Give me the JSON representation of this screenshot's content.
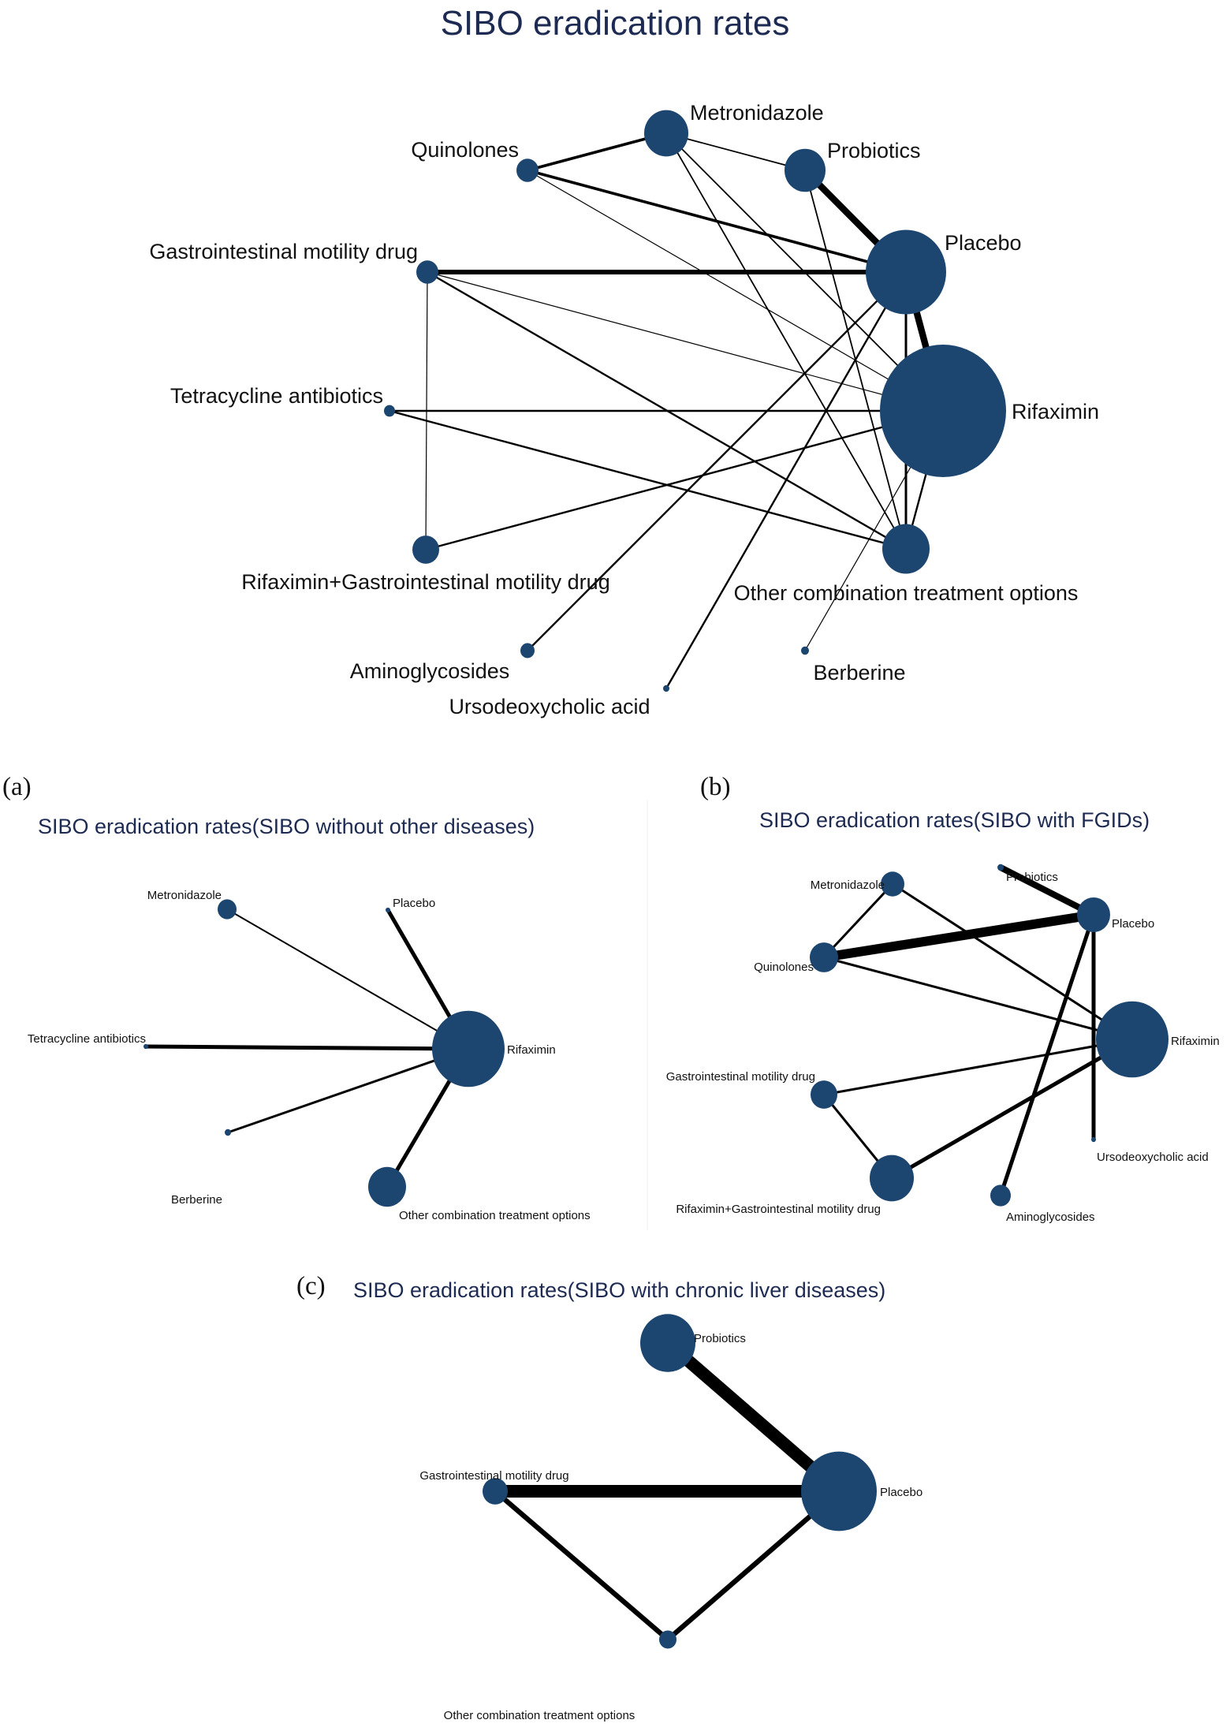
{
  "figures": [
    {
      "id": "main",
      "panel_label": "",
      "title": "SIBO eradication rates",
      "nodes": [
        {
          "name": "Metronidazole",
          "size": 3
        },
        {
          "name": "Quinolones",
          "size": 1
        },
        {
          "name": "Probiotics",
          "size": 2.5
        },
        {
          "name": "Placebo",
          "size": 10
        },
        {
          "name": "Gastrointestinal motility drug",
          "size": 1
        },
        {
          "name": "Tetracycline antibiotics",
          "size": 0.3
        },
        {
          "name": "Rifaximin",
          "size": 24
        },
        {
          "name": "Rifaximin+Gastrointestinal motility drug",
          "size": 1.2
        },
        {
          "name": "Other combination treatment options",
          "size": 3.5
        },
        {
          "name": "Aminoglycosides",
          "size": 0.5
        },
        {
          "name": "Ursodeoxycholic acid",
          "size": 0.1
        },
        {
          "name": "Berberine",
          "size": 0.2
        }
      ],
      "edges": [
        {
          "from": "Quinolones",
          "to": "Metronidazole",
          "weight": 3
        },
        {
          "from": "Quinolones",
          "to": "Placebo",
          "weight": 3
        },
        {
          "from": "Quinolones",
          "to": "Rifaximin",
          "weight": 1
        },
        {
          "from": "Metronidazole",
          "to": "Probiotics",
          "weight": 1.5
        },
        {
          "from": "Metronidazole",
          "to": "Rifaximin",
          "weight": 1.5
        },
        {
          "from": "Metronidazole",
          "to": "Other combination treatment options",
          "weight": 1.5
        },
        {
          "from": "Probiotics",
          "to": "Placebo",
          "weight": 7
        },
        {
          "from": "Probiotics",
          "to": "Other combination treatment options",
          "weight": 1.5
        },
        {
          "from": "Gastrointestinal motility drug",
          "to": "Placebo",
          "weight": 5
        },
        {
          "from": "Gastrointestinal motility drug",
          "to": "Rifaximin",
          "weight": 1
        },
        {
          "from": "Gastrointestinal motility drug",
          "to": "Other combination treatment options",
          "weight": 2
        },
        {
          "from": "Gastrointestinal motility drug",
          "to": "Rifaximin+Gastrointestinal motility drug",
          "weight": 1
        },
        {
          "from": "Placebo",
          "to": "Rifaximin",
          "weight": 7
        },
        {
          "from": "Placebo",
          "to": "Other combination treatment options",
          "weight": 2.5
        },
        {
          "from": "Placebo",
          "to": "Aminoglycosides",
          "weight": 2
        },
        {
          "from": "Placebo",
          "to": "Ursodeoxycholic acid",
          "weight": 2
        },
        {
          "from": "Tetracycline antibiotics",
          "to": "Rifaximin",
          "weight": 2
        },
        {
          "from": "Tetracycline antibiotics",
          "to": "Other combination treatment options",
          "weight": 2
        },
        {
          "from": "Rifaximin+Gastrointestinal motility drug",
          "to": "Rifaximin",
          "weight": 2
        },
        {
          "from": "Rifaximin",
          "to": "Other combination treatment options",
          "weight": 2
        },
        {
          "from": "Rifaximin",
          "to": "Berberine",
          "weight": 1
        }
      ]
    },
    {
      "id": "a",
      "panel_label": "(a)",
      "title": "SIBO eradication rates(SIBO without other diseases)",
      "nodes": [
        {
          "name": "Metronidazole",
          "size": 1
        },
        {
          "name": "Placebo",
          "size": 0.1
        },
        {
          "name": "Tetracycline antibiotics",
          "size": 0.1
        },
        {
          "name": "Rifaximin",
          "size": 10
        },
        {
          "name": "Berberine",
          "size": 0.2
        },
        {
          "name": "Other combination treatment options",
          "size": 2.5
        }
      ],
      "edges": [
        {
          "from": "Metronidazole",
          "to": "Rifaximin",
          "weight": 1
        },
        {
          "from": "Placebo",
          "to": "Rifaximin",
          "weight": 2.5
        },
        {
          "from": "Tetracycline antibiotics",
          "to": "Rifaximin",
          "weight": 2.5
        },
        {
          "from": "Berberine",
          "to": "Rifaximin",
          "weight": 1.5
        },
        {
          "from": "Other combination treatment options",
          "to": "Rifaximin",
          "weight": 2.5
        }
      ]
    },
    {
      "id": "b",
      "panel_label": "(b)",
      "title": "SIBO eradication rates(SIBO with FGIDs)",
      "nodes": [
        {
          "name": "Probiotics",
          "size": 0.2
        },
        {
          "name": "Metronidazole",
          "size": 1
        },
        {
          "name": "Placebo",
          "size": 2
        },
        {
          "name": "Quinolones",
          "size": 1.5
        },
        {
          "name": "Rifaximin",
          "size": 8
        },
        {
          "name": "Gastrointestinal motility drug",
          "size": 1.3
        },
        {
          "name": "Ursodeoxycholic acid",
          "size": 0.1
        },
        {
          "name": "Rifaximin+Gastrointestinal motility drug",
          "size": 3
        },
        {
          "name": "Aminoglycosides",
          "size": 0.7
        }
      ],
      "edges": [
        {
          "from": "Probiotics",
          "to": "Placebo",
          "weight": 4
        },
        {
          "from": "Metronidazole",
          "to": "Quinolones",
          "weight": 1.5
        },
        {
          "from": "Metronidazole",
          "to": "Rifaximin",
          "weight": 1.5
        },
        {
          "from": "Quinolones",
          "to": "Placebo",
          "weight": 6
        },
        {
          "from": "Quinolones",
          "to": "Rifaximin",
          "weight": 1.5
        },
        {
          "from": "Gastrointestinal motility drug",
          "to": "Rifaximin",
          "weight": 1.5
        },
        {
          "from": "Gastrointestinal motility drug",
          "to": "Rifaximin+Gastrointestinal motility drug",
          "weight": 1.5
        },
        {
          "from": "Rifaximin+Gastrointestinal motility drug",
          "to": "Rifaximin",
          "weight": 2.5
        },
        {
          "from": "Placebo",
          "to": "Aminoglycosides",
          "weight": 2.5
        },
        {
          "from": "Placebo",
          "to": "Ursodeoxycholic acid",
          "weight": 2.5
        }
      ]
    },
    {
      "id": "c",
      "panel_label": "(c)",
      "title": "SIBO eradication rates(SIBO with chronic liver diseases)",
      "nodes": [
        {
          "name": "Probiotics",
          "size": 2.5
        },
        {
          "name": "Gastrointestinal motility drug",
          "size": 0.7
        },
        {
          "name": "Placebo",
          "size": 4.5
        },
        {
          "name": "Other combination treatment options",
          "size": 0.3
        }
      ],
      "edges": [
        {
          "from": "Probiotics",
          "to": "Placebo",
          "weight": 5
        },
        {
          "from": "Gastrointestinal motility drug",
          "to": "Placebo",
          "weight": 5
        },
        {
          "from": "Gastrointestinal motility drug",
          "to": "Other combination treatment options",
          "weight": 2
        },
        {
          "from": "Placebo",
          "to": "Other combination treatment options",
          "weight": 2
        }
      ]
    }
  ],
  "colors": {
    "node": "#1c4670",
    "edge": "#000000",
    "title": "#1d2b52"
  }
}
